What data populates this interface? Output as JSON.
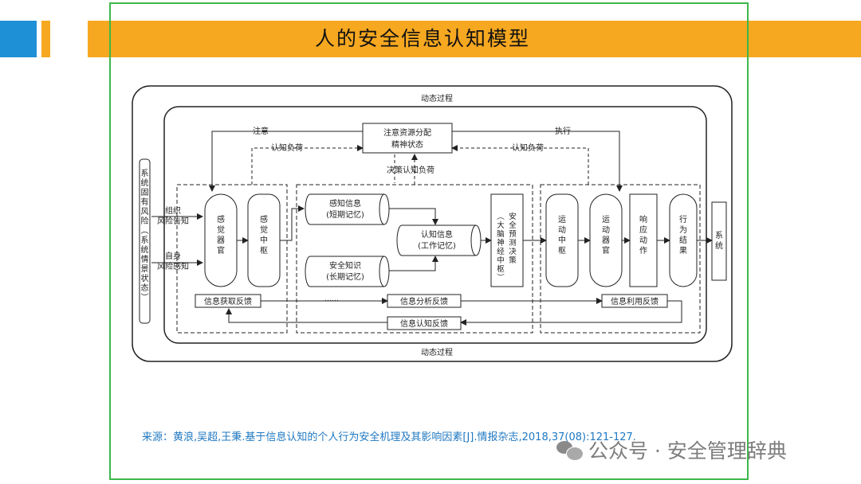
{
  "slide": {
    "title": "人的安全信息认知模型",
    "source": "来源：黄浪,吴超,王秉.基于信息认知的个人行为安全机理及其影响因素[J].情报杂志,2018,37(08):121-127.",
    "watermark": "公众号 · 安全管理辞典"
  },
  "diagram": {
    "top_label": "动态过程",
    "bottom_label": "动态过程",
    "left_box": [
      "系",
      "统",
      "固",
      "有",
      "风",
      "险",
      "︵",
      "系",
      "统",
      "情",
      "景",
      "状",
      "态",
      "︶"
    ],
    "input1": [
      "组织",
      "风险告知"
    ],
    "input2": [
      "自身",
      "风险感知"
    ],
    "center_top": [
      "注意资源分配",
      "精神状态"
    ],
    "attention": "注意",
    "execution": "执行",
    "cog_load_left": "认知负荷",
    "cog_load_right": "认知负荷",
    "decision_load": "决策认知负荷",
    "sensory_organ": [
      "感",
      "觉",
      "器",
      "官"
    ],
    "sensory_center": [
      "感",
      "觉",
      "中",
      "枢"
    ],
    "perceived_info": [
      "感知信息",
      "(短期记忆)"
    ],
    "safety_knowledge": [
      "安全知识",
      "(长期记忆)"
    ],
    "cognitive_info": [
      "认知信息",
      "(工作记忆)"
    ],
    "brain_col1": [
      "︵",
      "大",
      "脑",
      "神",
      "经",
      "中",
      "枢",
      "︶"
    ],
    "brain_col2": [
      "安",
      "全",
      "预",
      "测",
      "决",
      "策"
    ],
    "motor_center": [
      "运",
      "动",
      "中",
      "枢"
    ],
    "motor_organ": [
      "运",
      "动",
      "器",
      "官"
    ],
    "response": [
      "响",
      "应",
      "动",
      "作"
    ],
    "behavior_result": [
      "行",
      "为",
      "结",
      "果"
    ],
    "system": [
      "系",
      "统"
    ],
    "fb_acquire": "信息获取反馈",
    "fb_analysis": "信息分析反馈",
    "fb_use": "信息利用反馈",
    "fb_cognition": "信息认知反馈",
    "ellipsis": "……"
  }
}
